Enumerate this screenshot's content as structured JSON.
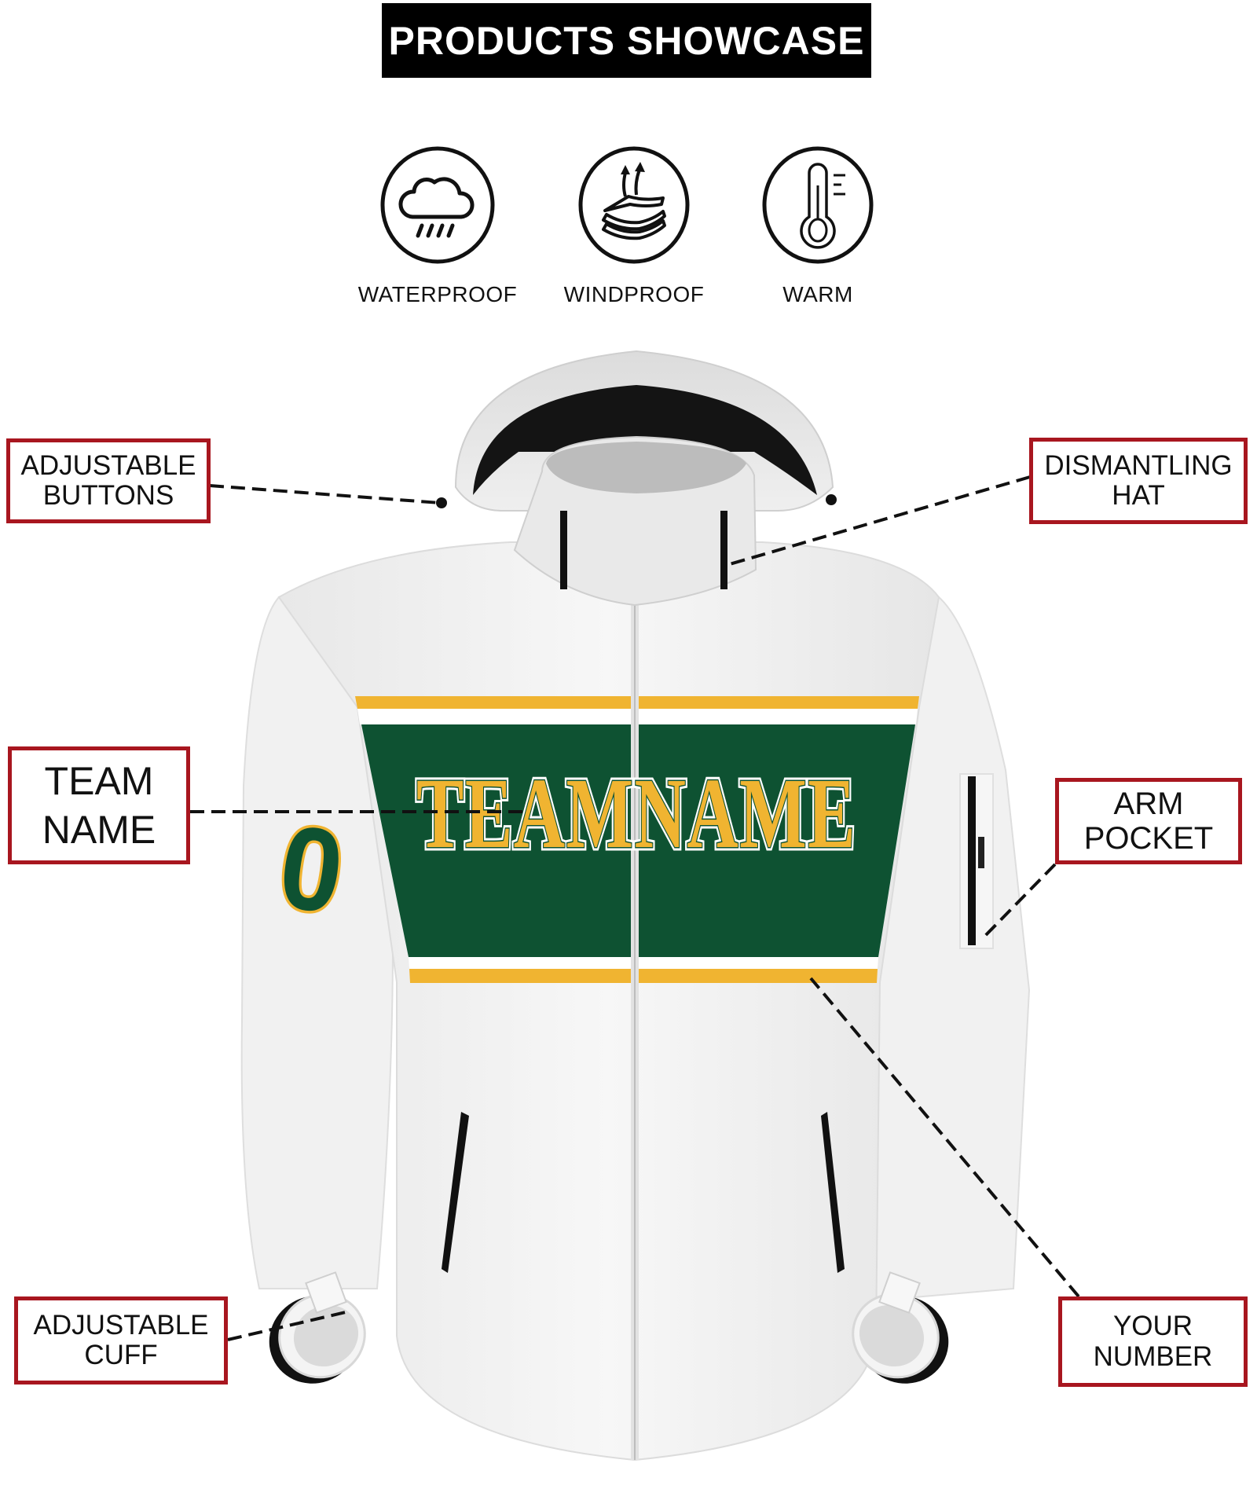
{
  "header": {
    "title": "PRODUCTS SHOWCASE"
  },
  "features": [
    {
      "icon": "rain-cloud-icon",
      "label": "WATERPROOF"
    },
    {
      "icon": "wind-layers-icon",
      "label": "WINDPROOF"
    },
    {
      "icon": "thermometer-icon",
      "label": "WARM"
    }
  ],
  "product": {
    "chest_text": "TEAMNAME",
    "sleeve_number": "0",
    "colors": {
      "body": "#f4f4f4",
      "panel_green": "#0e5232",
      "stripe_gold": "#f0b431",
      "trim_black": "#111111",
      "callout_border": "#a8161f"
    }
  },
  "callouts": {
    "adjustable_buttons": {
      "line1": "ADJUSTABLE",
      "line2": "BUTTONS"
    },
    "dismantling_hat": {
      "line1": "DISMANTLING",
      "line2": "HAT"
    },
    "team_name": {
      "line1": "TEAM",
      "line2": "NAME"
    },
    "arm_pocket": {
      "line1": "ARM",
      "line2": "POCKET"
    },
    "adjustable_cuff": {
      "line1": "ADJUSTABLE",
      "line2": "CUFF"
    },
    "your_number": {
      "line1": "YOUR",
      "line2": "NUMBER"
    }
  }
}
